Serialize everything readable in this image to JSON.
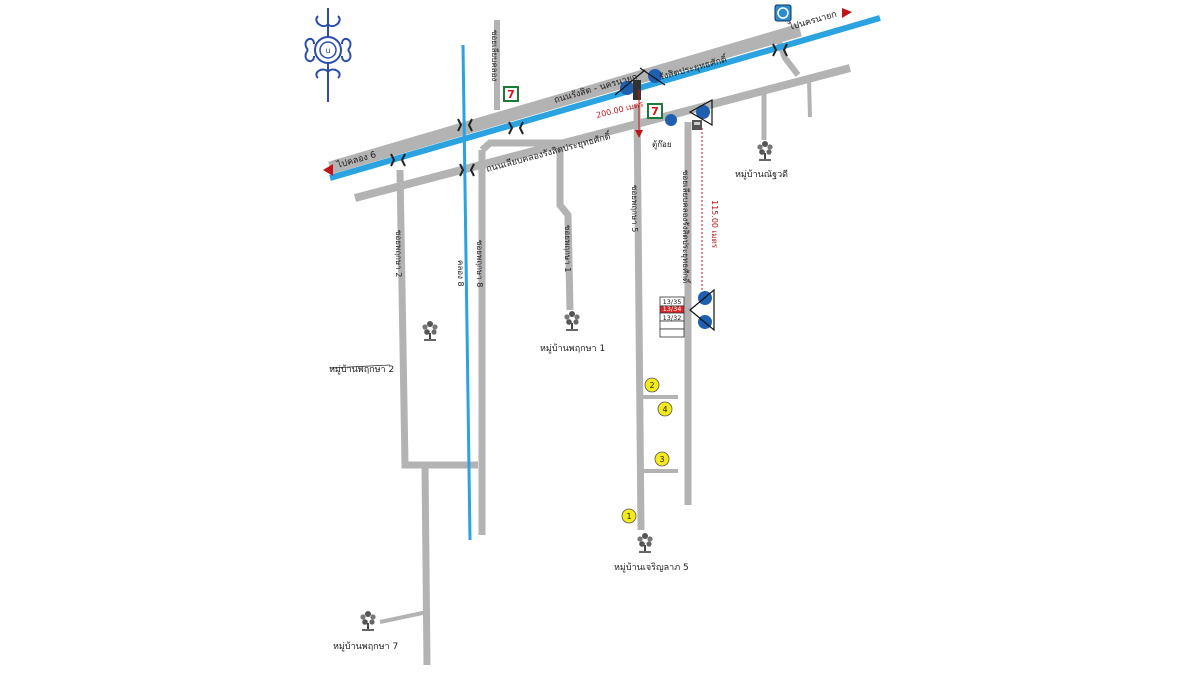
{
  "map": {
    "road_labels": {
      "main_road": "ถนนรังสิต - นครนายก",
      "frontage_road": "ถนนเลียบคลองรังสิตประยุทธศักดิ์",
      "frontage_road_right": "รังสิตประยุทธศักดิ์",
      "to_left": "ไปคลอง 6",
      "to_right": "ไปนครนายก",
      "soi_north": "ซอยเลียบคลอง",
      "soi_2": "ซอยพฤกษา 2",
      "soi_8": "ซอยพฤกษา 8",
      "soi_canal": "คลอง 8",
      "soi_1": "ซอยพฤกษา 1",
      "soi_5": "ซอยพฤกษา 5",
      "soi_right": "ซอยเลียบคลองรังสิตประยุทธศักดิ์"
    },
    "distances": {
      "d1": "200.00 เมตร",
      "d2": "115.00 เมตร"
    },
    "villages": {
      "v2": "หมู่บ้านพฤกษา 2",
      "v1": "หมู่บ้านพฤกษา 1",
      "v5": "หมู่บ้านเจริญลาภ 5",
      "v7": "หมู่บ้านพฤกษา 7",
      "vr": "หมู่บ้านณัฐวดี"
    },
    "landmarks": {
      "booth": "ตู้ก๊อย",
      "seven": "7"
    },
    "plots": [
      "13/35",
      "13/34",
      "13/32"
    ],
    "markers": [
      "1",
      "2",
      "3",
      "4"
    ],
    "colors": {
      "road": "#b3b3b3",
      "canal": "#2aa3e0",
      "distance": "#c0161b",
      "marker": "#f5ea1c",
      "sign": "#1f5fb0"
    },
    "icons": [
      "north-compass-icon",
      "seven-eleven-icon",
      "traffic-light-icon",
      "bridge-icon",
      "tree-icon",
      "arrow-left-icon",
      "arrow-right-icon"
    ]
  }
}
